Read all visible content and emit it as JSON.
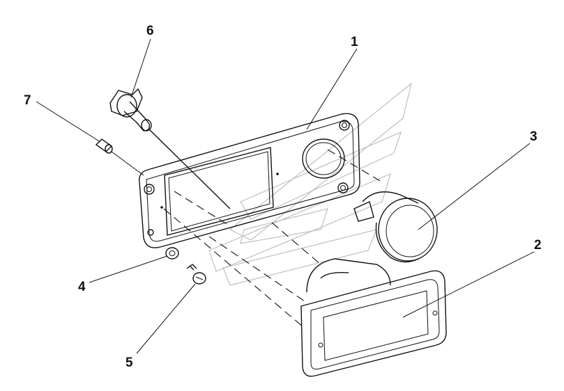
{
  "callouts": {
    "c1": "1",
    "c2": "2",
    "c3": "3",
    "c4": "4",
    "c5": "5",
    "c6": "6",
    "c7": "7"
  },
  "colors": {
    "line": "#111111",
    "watermark": "#bfbfbf",
    "background": "#ffffff"
  }
}
